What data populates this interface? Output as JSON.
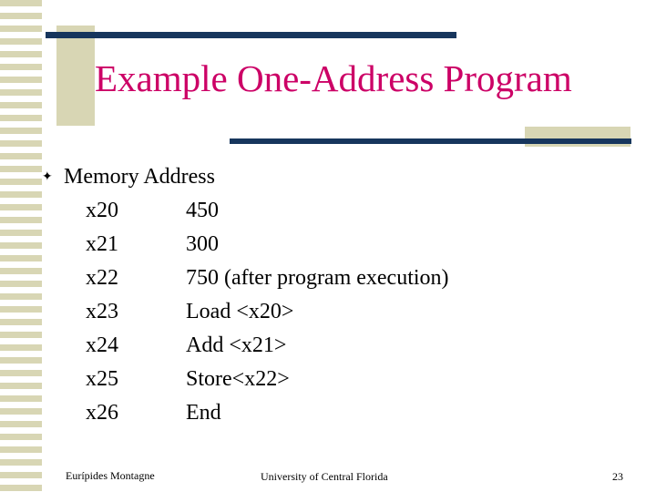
{
  "slide": {
    "title": "Example One-Address Program",
    "bullet_glyph": "✦",
    "bullet_text": "Memory Address",
    "rows": [
      {
        "label": "x20",
        "value": "450"
      },
      {
        "label": "x21",
        "value": "300"
      },
      {
        "label": "x22",
        "value": "750 (after program execution)"
      },
      {
        "label": "x23",
        "value": "Load <x20>"
      },
      {
        "label": "x24",
        "value": "Add <x21>"
      },
      {
        "label": "x25",
        "value": "Store<x22>"
      },
      {
        "label": "x26",
        "value": "End"
      }
    ],
    "footer": {
      "author": "Eurípides Montagne",
      "center": "University of Central Florida",
      "page": "23"
    },
    "colors": {
      "title": "#cc0066",
      "rule": "#17365d",
      "accent_band": "#d8d6b4",
      "text": "#000000"
    }
  }
}
